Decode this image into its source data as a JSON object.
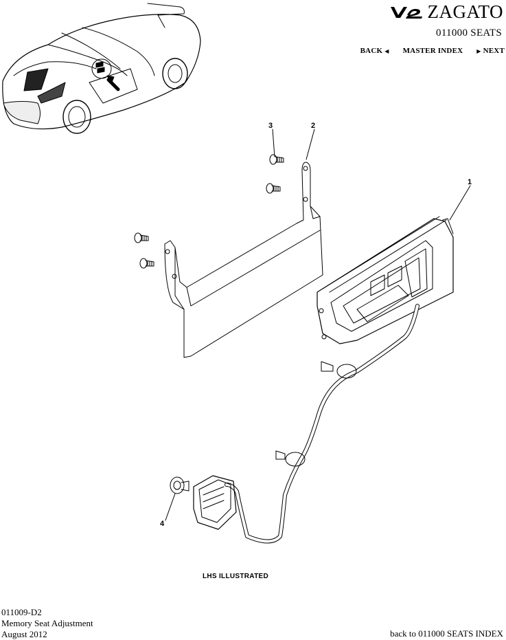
{
  "header": {
    "brand_logo": "V12",
    "brand_name": "ZAGATO",
    "section_title": "011000 SEATS",
    "nav": {
      "back": "BACK",
      "master_index": "MASTER INDEX",
      "next": "NEXT"
    }
  },
  "callouts": [
    "1",
    "2",
    "3",
    "4"
  ],
  "caption": "LHS ILLUSTRATED",
  "footer": {
    "code": "011009-D2",
    "title": "Memory Seat Adjustment",
    "date": "August 2012",
    "back_link": "back to 011000 SEATS INDEX"
  },
  "icons": {
    "back": "left-triangle-icon",
    "next": "right-triangle-icon"
  }
}
